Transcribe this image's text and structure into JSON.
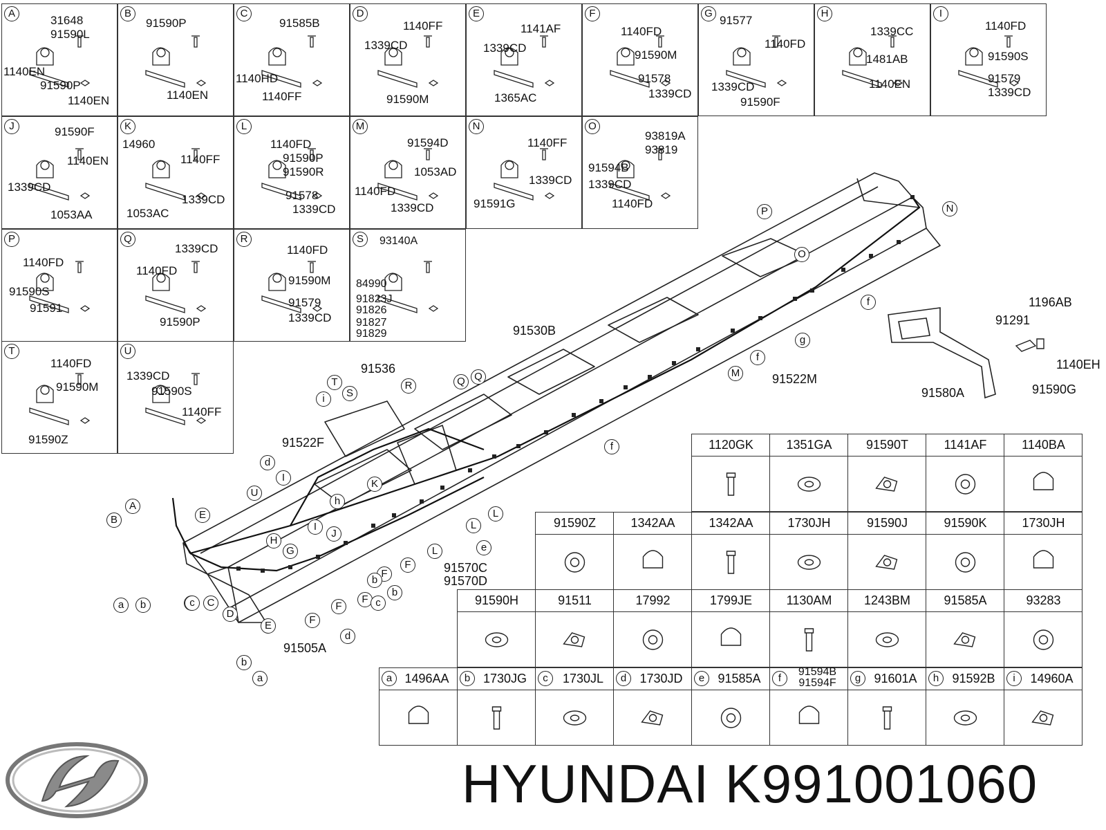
{
  "detail_boxes": [
    {
      "letter": "A",
      "parts": [
        "31648",
        "91590L",
        "1140EN",
        "91590P",
        "1140EN"
      ]
    },
    {
      "letter": "B",
      "parts": [
        "91590P",
        "1140EN"
      ]
    },
    {
      "letter": "C",
      "parts": [
        "91585B",
        "1140HD",
        "1140FF"
      ]
    },
    {
      "letter": "D",
      "parts": [
        "1140FF",
        "1339CD",
        "91590M"
      ]
    },
    {
      "letter": "E",
      "parts": [
        "1141AF",
        "1339CD",
        "1365AC"
      ]
    },
    {
      "letter": "F",
      "parts": [
        "1140FD",
        "91590M",
        "91578",
        "1339CD"
      ]
    },
    {
      "letter": "G",
      "parts": [
        "91577",
        "1140FD",
        "1339CD",
        "91590F"
      ]
    },
    {
      "letter": "H",
      "parts": [
        "1339CC",
        "1481AB",
        "1140EN"
      ]
    },
    {
      "letter": "I",
      "parts": [
        "1140FD",
        "91590S",
        "91579",
        "1339CD"
      ]
    },
    {
      "letter": "J",
      "parts": [
        "91590F",
        "1140EN",
        "1339CD",
        "1053AA"
      ]
    },
    {
      "letter": "K",
      "parts": [
        "14960",
        "1140FF",
        "1339CD",
        "1053AC"
      ]
    },
    {
      "letter": "L",
      "parts": [
        "1140FD",
        "91590P",
        "91590R",
        "91578",
        "1339CD"
      ]
    },
    {
      "letter": "M",
      "parts": [
        "91594D",
        "1053AD",
        "1140FD",
        "1339CD"
      ]
    },
    {
      "letter": "N",
      "parts": [
        "1140FF",
        "1339CD",
        "91591G"
      ]
    },
    {
      "letter": "O",
      "parts": [
        "93819A",
        "93819",
        "91594B",
        "1339CD",
        "1140FD"
      ]
    },
    {
      "letter": "P",
      "parts": [
        "1140FD",
        "91590S",
        "91591"
      ]
    },
    {
      "letter": "Q",
      "parts": [
        "1339CD",
        "1140FD",
        "91590P"
      ]
    },
    {
      "letter": "R",
      "parts": [
        "1140FD",
        "91590M",
        "91579",
        "1339CD"
      ]
    },
    {
      "letter": "S",
      "parts": [
        "93140A",
        "84990",
        "91823J",
        "91826",
        "91827",
        "91829"
      ]
    },
    {
      "letter": "T",
      "parts": [
        "1140FD",
        "91590M",
        "91590Z"
      ]
    },
    {
      "letter": "U",
      "parts": [
        "1339CD",
        "91590S",
        "1140FF"
      ]
    }
  ],
  "diagram_labels": {
    "harness_main": "91530B",
    "harness_front": "91505A",
    "harness_rear": "91522M",
    "harness_f": "91522F",
    "part_91536": "91536",
    "part_91570": [
      "91570C",
      "91570D"
    ],
    "bracket_group": [
      "1196AB",
      "91291",
      "1140EH",
      "91590G",
      "91580A"
    ]
  },
  "callouts_upper": [
    "A",
    "B",
    "C",
    "C",
    "D",
    "E",
    "E",
    "F",
    "F",
    "F",
    "F",
    "F",
    "G",
    "H",
    "I",
    "I",
    "J",
    "K",
    "L",
    "L",
    "L",
    "M",
    "N",
    "O",
    "P",
    "Q",
    "Q",
    "R",
    "S",
    "T",
    "U"
  ],
  "callouts_lower": [
    "a",
    "a",
    "b",
    "b",
    "b",
    "b",
    "c",
    "c",
    "d",
    "d",
    "e",
    "f",
    "f",
    "f",
    "g",
    "h",
    "i"
  ],
  "table_rows": [
    {
      "items": [
        {
          "key": "",
          "part": "1120GK"
        },
        {
          "key": "",
          "part": "1351GA"
        },
        {
          "key": "",
          "part": "91590T"
        },
        {
          "key": "",
          "part": "1141AF"
        },
        {
          "key": "",
          "part": "1140BA"
        }
      ]
    },
    {
      "items": [
        {
          "key": "",
          "part": "91590Z"
        },
        {
          "key": "",
          "part": "1342AA"
        },
        {
          "key": "",
          "part": "1342AA"
        },
        {
          "key": "",
          "part": "1730JH"
        },
        {
          "key": "",
          "part": "91590J"
        },
        {
          "key": "",
          "part": "91590K"
        },
        {
          "key": "",
          "part": "1730JH"
        }
      ]
    },
    {
      "items": [
        {
          "key": "",
          "part": "91590H"
        },
        {
          "key": "",
          "part": "91511"
        },
        {
          "key": "",
          "part": "17992"
        },
        {
          "key": "",
          "part": "1799JE"
        },
        {
          "key": "",
          "part": "1130AM"
        },
        {
          "key": "",
          "part": "1243BM"
        },
        {
          "key": "",
          "part": "91585A"
        },
        {
          "key": "",
          "part": "93283"
        }
      ]
    },
    {
      "items": [
        {
          "key": "a",
          "part": "1496AA"
        },
        {
          "key": "b",
          "part": "1730JG"
        },
        {
          "key": "c",
          "part": "1730JL"
        },
        {
          "key": "d",
          "part": "1730JD"
        },
        {
          "key": "e",
          "part": "91585A"
        },
        {
          "key": "f",
          "part": "91594B\n91594F"
        },
        {
          "key": "g",
          "part": "91601A"
        },
        {
          "key": "h",
          "part": "91592B"
        },
        {
          "key": "i",
          "part": "14960A"
        }
      ]
    }
  ],
  "brand": {
    "name": "HYUNDAI",
    "part_number": "K991001060"
  },
  "colors": {
    "line": "#222222",
    "background": "#ffffff"
  }
}
